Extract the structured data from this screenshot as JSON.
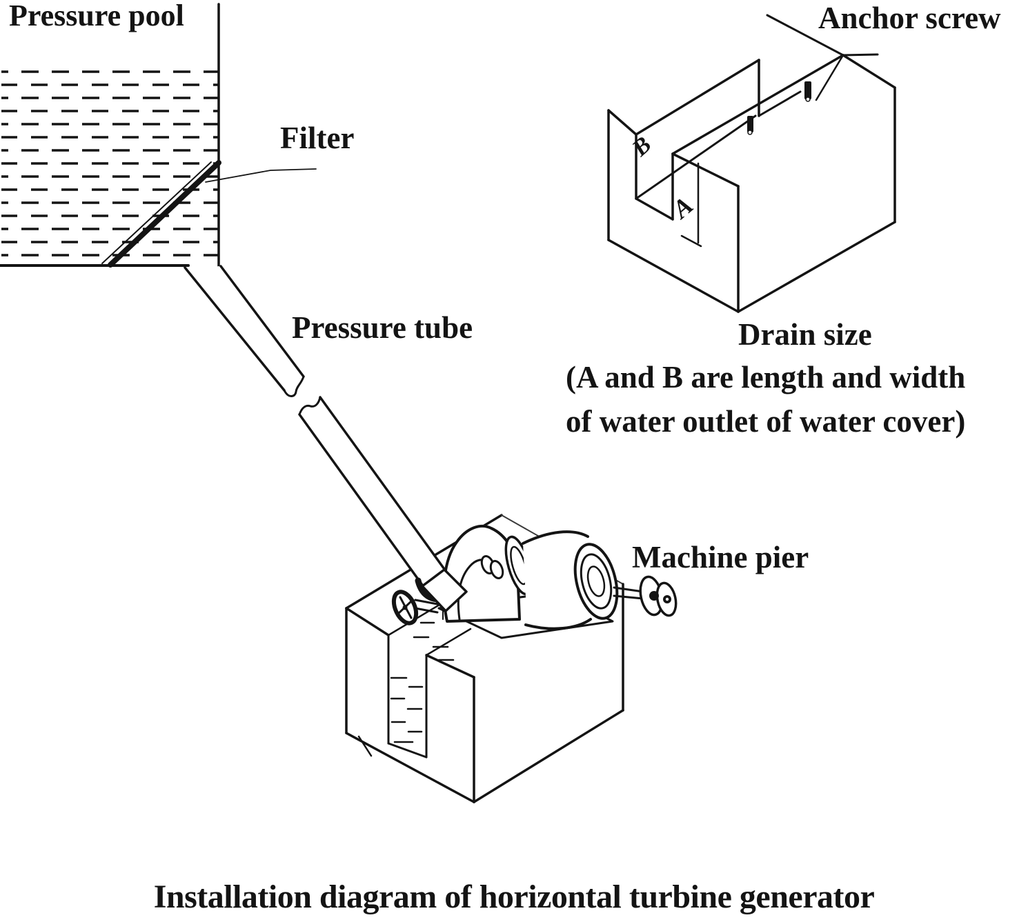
{
  "colors": {
    "ink": "#141414",
    "background": "#ffffff"
  },
  "labels": {
    "pressure_pool": "Pressure pool",
    "filter": "Filter",
    "pressure_tube": "Pressure tube",
    "anchor_screw": "Anchor screw",
    "machine_pier": "Machine pier"
  },
  "drain": {
    "title": "Drain size",
    "note_line1": "(A and B are length and width",
    "note_line2": "of water outlet of water cover)",
    "dim_length": "A",
    "dim_width": "B"
  },
  "caption": "Installation diagram of horizontal turbine generator"
}
